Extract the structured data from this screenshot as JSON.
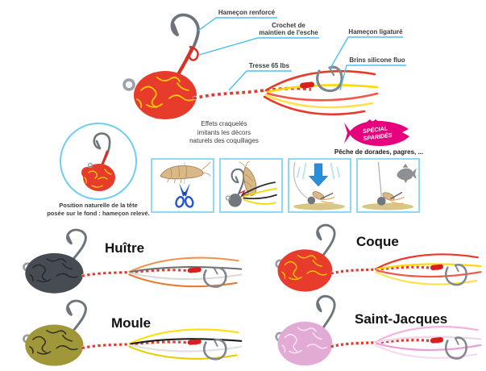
{
  "colors": {
    "leader_blue": "#4fc0ee",
    "step_border_blue": "#8ed9f5",
    "circle_border_blue": "#6fcdf1",
    "annotation_text": "#3a3a3a",
    "note_text": "#3c3c3b",
    "label_text": "#121212",
    "badge_pink": "#e6007e",
    "badge_text": "#ffffff",
    "braid_red": "#e03a2f",
    "ligature_red": "#d81e1e",
    "sand_tan": "#d9c584",
    "arrow_blue": "#2a8fd8",
    "scissors_blue": "#2257c5",
    "shrimp_tan": "#d8b788",
    "fish_gray": "#8d9194",
    "hook_silver": "#6e747b"
  },
  "diagram": {
    "annotations": {
      "hook_reinforced": "Hameçon renforcé",
      "bait_holder": "Crochet de\nmaintien de l'esche",
      "hook_ligatured": "Hameçon ligaturé",
      "braid": "Tresse 65 lbs",
      "silicone_strands": "Brins silicone fluo"
    },
    "position_note": "Position naturelle de la tête\nposée sur le fond : hameçon relevé.",
    "effects_note": "Effets craquelés\nimitants les décors\nnaturels des coquillages",
    "badge": {
      "line1": "SPÉCIAL",
      "line2": "SPARIDÉS"
    },
    "badge_caption": "Pêche de dorades, pagres, ...",
    "main_lure": {
      "head_color": "#e73b2b",
      "crackle_color": "#ffd300"
    },
    "steps": [
      {
        "icon": "shrimp-cut-scissors"
      },
      {
        "icon": "shrimp-rigged-on-jig"
      },
      {
        "icon": "jig-sinking-arrow"
      },
      {
        "icon": "jig-on-bottom-fish-approach"
      }
    ]
  },
  "products": [
    {
      "name": "Huître",
      "head_color": "#474c53",
      "crackle_color": "#22252a",
      "strands": [
        "#f0924e",
        "#6e6e6e",
        "#d9d9d9",
        "#e77b33"
      ]
    },
    {
      "name": "Coque",
      "head_color": "#e73b2b",
      "crackle_color": "#ffd300",
      "strands": [
        "#e8392a",
        "#ffd900",
        "#f0564a",
        "#ffe14d"
      ]
    },
    {
      "name": "Moule",
      "head_color": "#a09739",
      "crackle_color": "#26241c",
      "strands": [
        "#ffe000",
        "#1d1d1b",
        "#e0e0e0",
        "#e6ce00"
      ]
    },
    {
      "name": "Saint-Jacques",
      "head_color": "#e2abd6",
      "crackle_color": "#f8ecf5",
      "strands": [
        "#f3b5de",
        "#efd7e8",
        "#eb9ed0",
        "#f9d9ed"
      ]
    }
  ]
}
